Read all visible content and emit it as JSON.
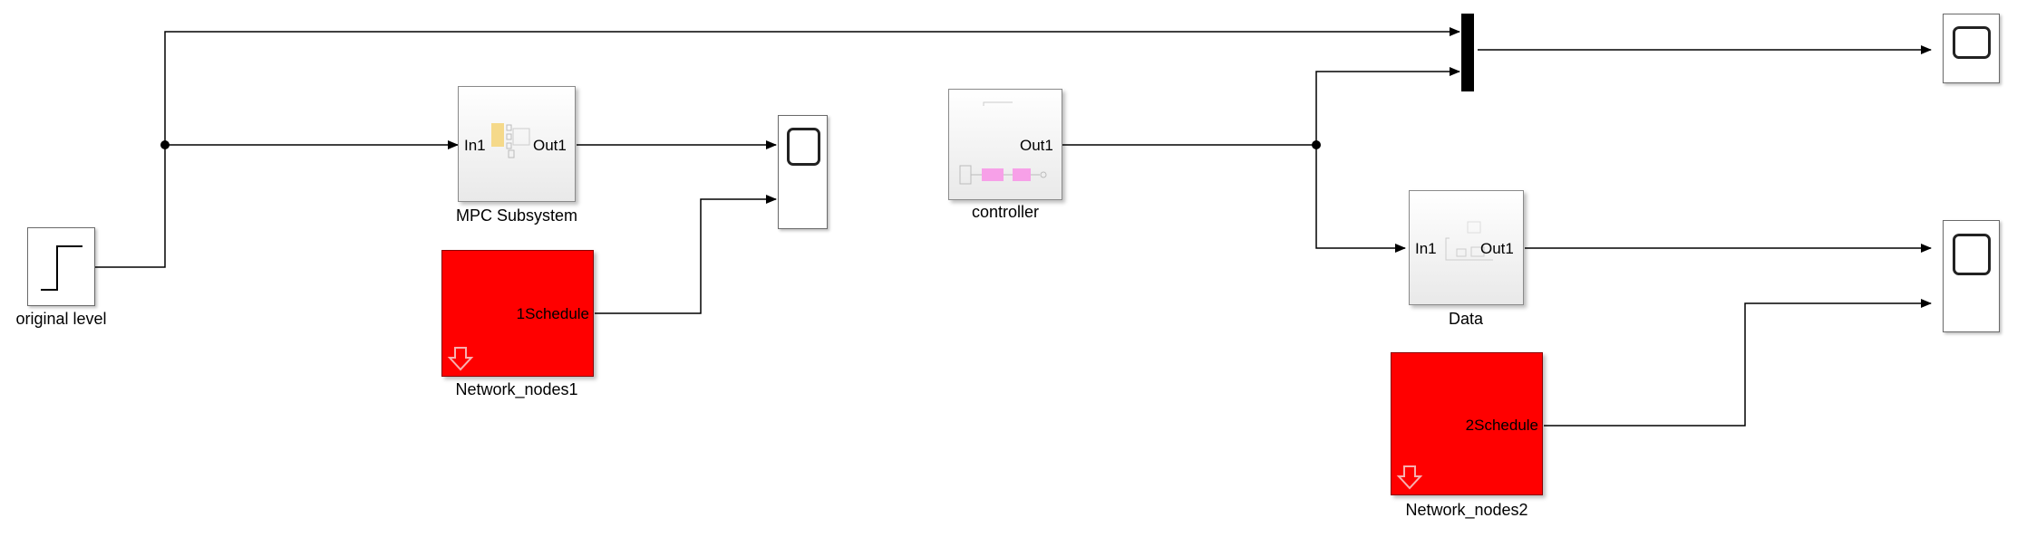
{
  "blocks": {
    "original_level": {
      "label": "original level"
    },
    "mpc_subsystem": {
      "label": "MPC Subsystem",
      "in_port": "In1",
      "out_port": "Out1"
    },
    "controller": {
      "label": "controller",
      "out_port": "Out1"
    },
    "data": {
      "label": "Data",
      "in_port": "In1",
      "out_port": "Out1"
    },
    "network_nodes1": {
      "label": "Network_nodes1",
      "port_text": "1Schedule"
    },
    "network_nodes2": {
      "label": "Network_nodes2",
      "port_text": "2Schedule"
    }
  },
  "colors": {
    "network_block": "#ff0000",
    "line": "#000000",
    "subsystem_fill": "#f2f2f2"
  }
}
